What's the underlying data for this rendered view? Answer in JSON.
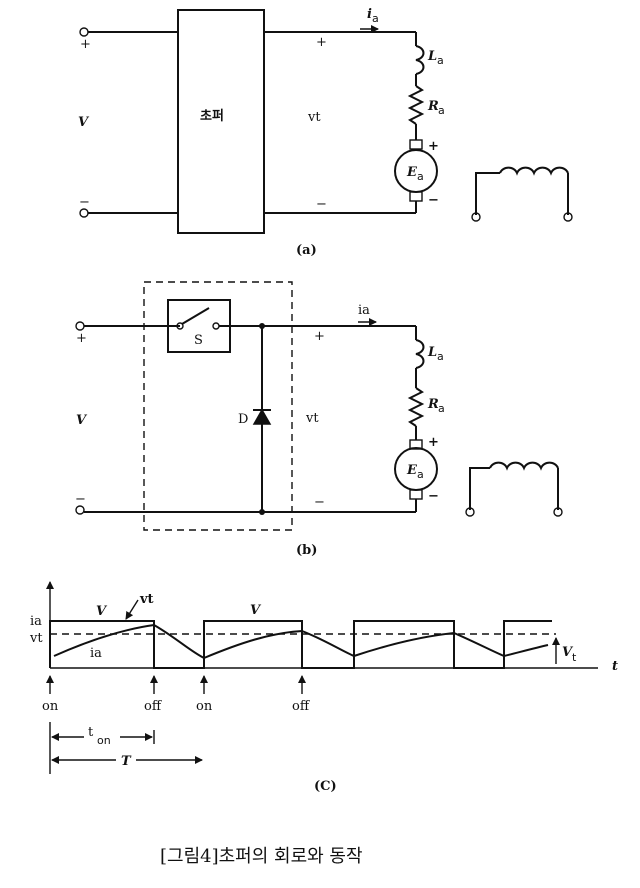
{
  "circuit_a": {
    "source_plus": "+",
    "source_minus": "−",
    "source_label": "V",
    "box_label": "초퍼",
    "out_plus": "+",
    "out_minus": "−",
    "out_label": "vt",
    "current_label": "i",
    "current_sub": "a",
    "inductor_label": "L",
    "inductor_sub": "a",
    "resistor_label": "R",
    "resistor_sub": "a",
    "motor_label": "E",
    "motor_sub": "a",
    "motor_plus": "+",
    "motor_minus": "−",
    "caption": "(a)"
  },
  "circuit_b": {
    "source_plus": "+",
    "source_minus": "−",
    "source_label": "V",
    "switch_label": "S",
    "diode_label": "D",
    "out_plus": "+",
    "out_minus": "−",
    "out_label": "vt",
    "current_label": "ia",
    "inductor_label": "L",
    "inductor_sub": "a",
    "resistor_label": "R",
    "resistor_sub": "a",
    "motor_label": "E",
    "motor_sub": "a",
    "motor_plus": "+",
    "motor_minus": "−",
    "caption": "(b)"
  },
  "waveform": {
    "y_ia": "ia",
    "y_vt": "vt",
    "v_label_1": "V",
    "vt_pointer": "vt",
    "ia_curve": "ia",
    "v_label_2": "V",
    "t_axis": "t",
    "vt_right": "V",
    "vt_right_sub": "t",
    "on_1": "on",
    "off_1": "off",
    "on_2": "on",
    "off_2": "off",
    "t_on": "t",
    "t_on_sub": "on",
    "period": "T",
    "caption": "(C)"
  },
  "figure_caption": "[그림4]초퍼의 회로와 동작"
}
